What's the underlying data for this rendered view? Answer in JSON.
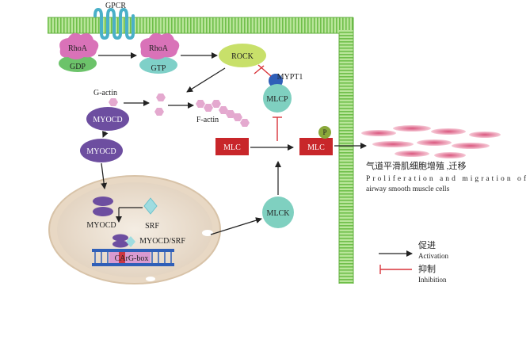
{
  "labels": {
    "gpcr": "GPCR",
    "rhoa_1": "RhoA",
    "gdp": "GDP",
    "rhoa_2": "RhoA",
    "gtp": "GTP",
    "rock": "ROCK",
    "mypt1": "MYPT1",
    "mlcp": "MLCP",
    "g_actin": "G-actin",
    "f_actin": "F-actin",
    "myocd_1": "MYOCD",
    "myocd_2": "MYOCD",
    "mlc_1": "MLC",
    "mlc_2": "MLC",
    "p": "P",
    "myocd_nuc": "MYOCD",
    "srf": "SRF",
    "myocd_srf": "MYOCD/SRF",
    "carg_box": "CArG-box",
    "mlck": "MLCK",
    "outcome_cn": "气道平滑肌细胞增殖 ,迁移",
    "outcome_en_1": "Proliferation  and  migration  of",
    "outcome_en_2": "airway smooth muscle cells"
  },
  "legend": {
    "activation_cn": "促进",
    "activation_en": "Activation",
    "inhibition_cn": "抑制",
    "inhibition_en": "Inhibition"
  },
  "colors": {
    "membrane": "#8fd36a",
    "rhoa": "#d972b8",
    "gdp": "#6cc36a",
    "gtp": "#7fd0c8",
    "rock": "#c8e06a",
    "mypt1": "#2f5fb8",
    "mlcp": "#7fd0c0",
    "myocd": "#6d4ea0",
    "mlc": "#c8262a",
    "phospho": "#8aa83a",
    "actin": "#e4a9cf",
    "nucleus": "#e9dccb",
    "srf": "#9fdce0",
    "inhibit": "#d8343a"
  }
}
